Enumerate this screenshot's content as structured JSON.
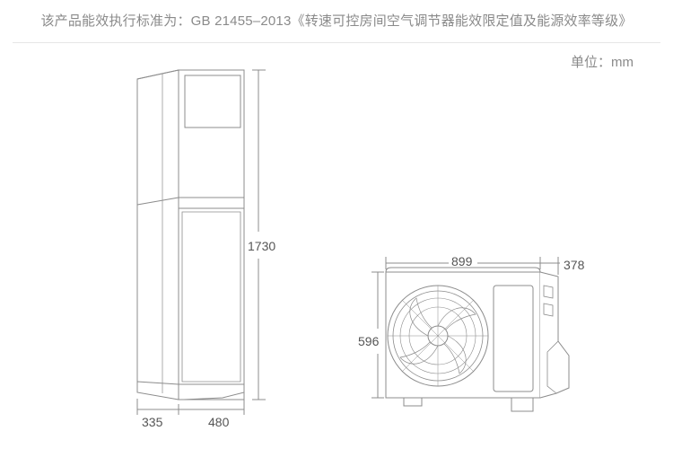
{
  "header": {
    "standard_note": "该产品能效执行标准为：GB 21455–2013《转速可控房间空气调节器能效限定值及能源效率等级》",
    "unit_label": "单位：",
    "unit_value": "mm"
  },
  "indoor_unit": {
    "height": "1730",
    "depth": "335",
    "width": "480"
  },
  "outdoor_unit": {
    "width": "899",
    "depth": "378",
    "height": "596"
  },
  "colors": {
    "line": "#8c8c8c",
    "text": "#666666",
    "divider": "#e6e6e6"
  }
}
